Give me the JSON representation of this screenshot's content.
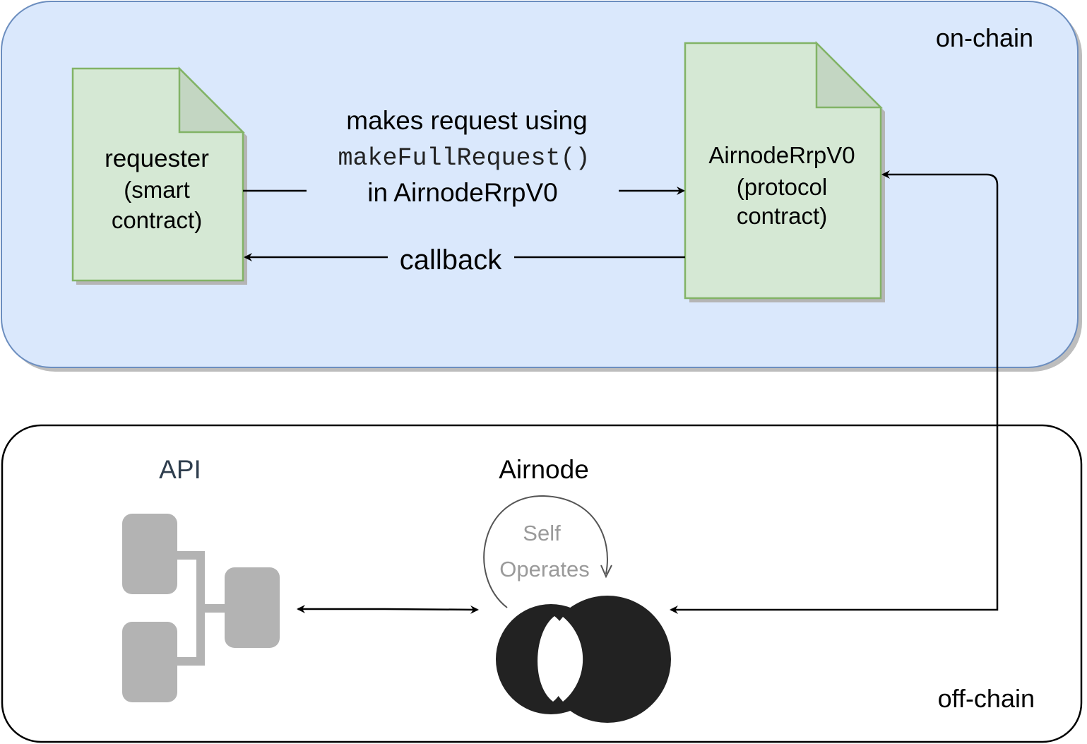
{
  "zones": {
    "on_chain": "on-chain",
    "off_chain": "off-chain"
  },
  "requester": {
    "line1": "requester",
    "line2": "(smart",
    "line3": "contract)"
  },
  "protocol": {
    "line1": "AirnodeRrpV0",
    "line2": "(protocol",
    "line3": "contract)"
  },
  "request_edge": {
    "line1": "makes request using",
    "line2": "makeFullRequest()",
    "line3": "in AirnodeRrpV0"
  },
  "callback_edge": {
    "label": "callback"
  },
  "api": {
    "label": "API",
    "icon": "api-network-icon",
    "color": "#2f3e4e"
  },
  "airnode": {
    "label": "Airnode",
    "self_line1": "Self",
    "self_line2": "Operates",
    "icon": "airnode-logo-icon"
  },
  "colors": {
    "on_chain_fill": "#dae8fc",
    "on_chain_stroke": "#6c8ebf",
    "doc_fill": "#d5e8d4",
    "doc_stroke": "#82b366",
    "api_icon": "#b3b3b3",
    "logo": "#222222"
  }
}
